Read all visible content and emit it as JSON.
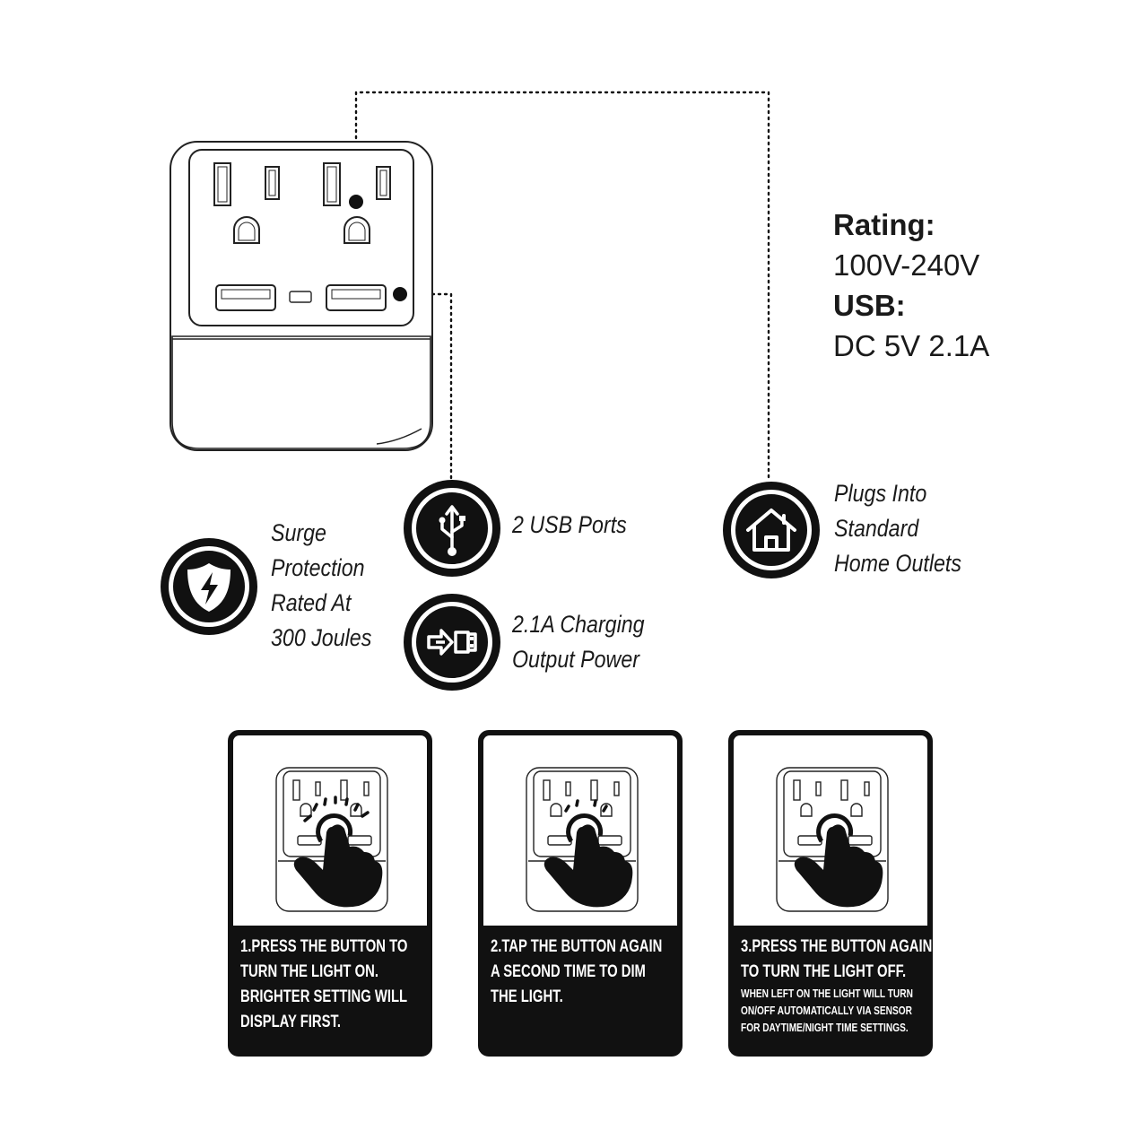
{
  "specs": {
    "rating_label": "Rating:",
    "rating_value": "100V-240V",
    "usb_label": "USB:",
    "usb_value": "DC 5V 2.1A"
  },
  "features": {
    "usb_ports": "2 USB Ports",
    "outlets": [
      "Plugs Into",
      "Standard",
      "Home Outlets"
    ],
    "surge": [
      "Surge",
      "Protection",
      "Rated At",
      "300 Joules"
    ],
    "charging": [
      "2.1A Charging",
      "Output Power"
    ]
  },
  "icons": {
    "surge": "shield-bolt-icon",
    "usb": "usb-icon",
    "outlet": "house-icon",
    "charging": "usb-plug-icon"
  },
  "steps": [
    {
      "lines": [
        "1.PRESS THE BUTTON TO",
        "TURN THE LIGHT ON.",
        "BRIGHTER SETTING WILL",
        "DISPLAY FIRST."
      ]
    },
    {
      "lines": [
        "2.TAP THE BUTTON AGAIN",
        "A SECOND TIME TO DIM",
        "THE LIGHT."
      ]
    },
    {
      "lines": [
        "3.PRESS THE BUTTON AGAIN,",
        "TO TURN THE LIGHT OFF."
      ],
      "note": [
        "WHEN LEFT ON THE LIGHT WILL TURN",
        "ON/OFF AUTOMATICALLY VIA  SENSOR",
        "FOR DAYTIME/NIGHT TIME SETTINGS."
      ]
    }
  ]
}
